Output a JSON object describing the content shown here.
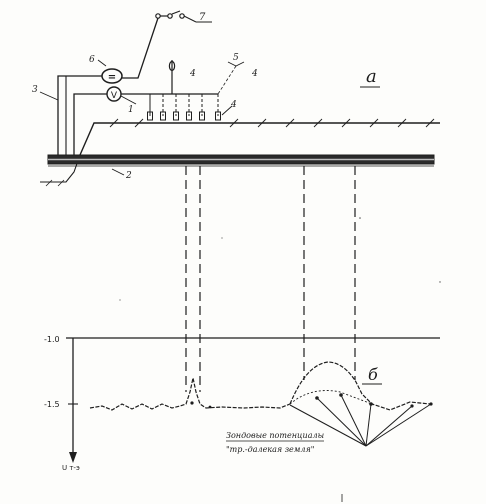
{
  "panel_a_label": "а",
  "panel_b_label": "б",
  "callouts": {
    "n7": "7",
    "n6": "6",
    "n3": "3",
    "n1": "1",
    "n4a": "4",
    "n4b": "4",
    "n4c": "4",
    "n5": "5",
    "n2": "2"
  },
  "meter_symbols": {
    "ammeter": "=",
    "voltmeter": "V"
  },
  "graph": {
    "y_ticks": [
      "-1.0",
      "-1.5"
    ],
    "y_axis_label": "U т-э",
    "annotation_line1": "Зондовые потенциалы",
    "annotation_line2": "\"тр.-далекая земля\""
  }
}
